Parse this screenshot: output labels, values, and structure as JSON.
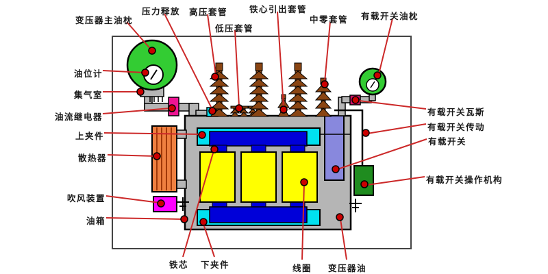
{
  "diagram": {
    "subject": "transformer-parts-diagram",
    "palette": {
      "background": "#ffffff",
      "frame": "#444444",
      "tank_gray": "#b5b5b5",
      "clamp_cyan": "#00e1f0",
      "core_blue": "#0000d9",
      "coil_yellow": "#ffff00",
      "radiator_orange": "#ef8040",
      "blower_magenta": "#ff00ff",
      "relay_pink": "#ee1493",
      "gas_box_crimson": "#cc1166",
      "conservator_green": "#33cc33",
      "operator_green": "#1f8c1f",
      "switch_purple": "#8888dd",
      "bushing_brown": "#8a4513",
      "leader_red": "#cc2929",
      "dot_red": "#cc0000",
      "text": "#1a1a1a"
    },
    "labels": [
      {
        "id": "main-conservator",
        "text": "变压器主油枕"
      },
      {
        "id": "pressure-release",
        "text": "压力释放"
      },
      {
        "id": "hv-bushing",
        "text": "高压套管"
      },
      {
        "id": "lv-bushing",
        "text": "低压套管"
      },
      {
        "id": "core-leadout-bushing",
        "text": "铁心引出套管"
      },
      {
        "id": "neutral-bushing",
        "text": "中零套管"
      },
      {
        "id": "oltc-conservator",
        "text": "有载开关油枕"
      },
      {
        "id": "oil-level-gauge",
        "text": "油位计"
      },
      {
        "id": "gas-collect-chamber",
        "text": "集气室"
      },
      {
        "id": "oil-flow-relay",
        "text": "油流继电器"
      },
      {
        "id": "upper-clamp",
        "text": "上夹件"
      },
      {
        "id": "radiator",
        "text": "散热器"
      },
      {
        "id": "blower-device",
        "text": "吹风装置"
      },
      {
        "id": "oil-tank",
        "text": "油箱"
      },
      {
        "id": "iron-core",
        "text": "铁芯"
      },
      {
        "id": "lower-clamp",
        "text": "下夹件"
      },
      {
        "id": "coil",
        "text": "线圈"
      },
      {
        "id": "transformer-oil",
        "text": "变压器油"
      },
      {
        "id": "oltc-gas-relay",
        "text": "有载开关瓦斯"
      },
      {
        "id": "oltc-drive",
        "text": "有载开关传动"
      },
      {
        "id": "oltc-switch",
        "text": "有载开关"
      },
      {
        "id": "oltc-operating-mechanism",
        "text": "有载开关操作机构"
      }
    ]
  }
}
